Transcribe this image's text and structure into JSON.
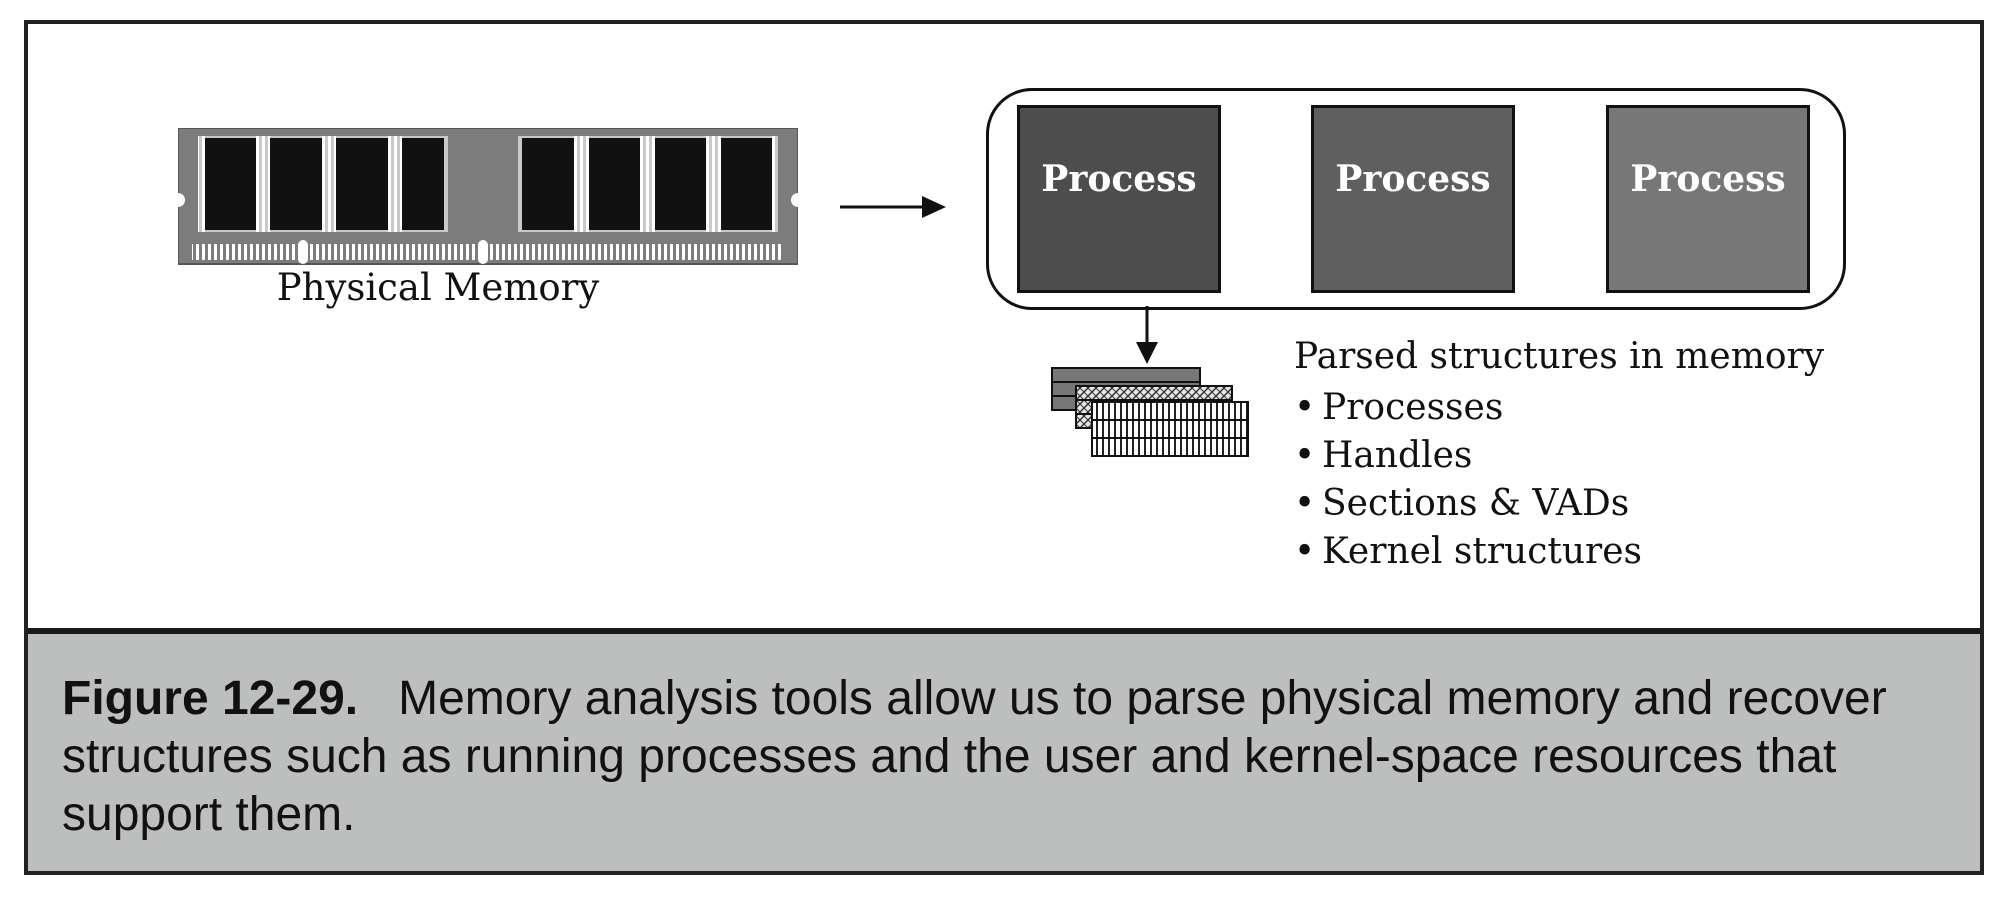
{
  "figure": {
    "memory_label": "Physical Memory",
    "processes": [
      "Process",
      "Process",
      "Process"
    ],
    "structures_title": "Parsed structures in memory",
    "structures": [
      "Processes",
      "Handles",
      "Sections & VADs",
      "Kernel structures"
    ],
    "bullet": "•"
  },
  "caption": {
    "label": "Figure 12-29.",
    "text": "Memory analysis tools allow us to parse physical memory and recover structures such as running processes and the user and kernel-space resources that support them."
  },
  "colors": {
    "caption_bg": "#bdbfbe",
    "process_1": "#4d4d4d",
    "process_2": "#5f5f5f",
    "process_3": "#777777"
  }
}
